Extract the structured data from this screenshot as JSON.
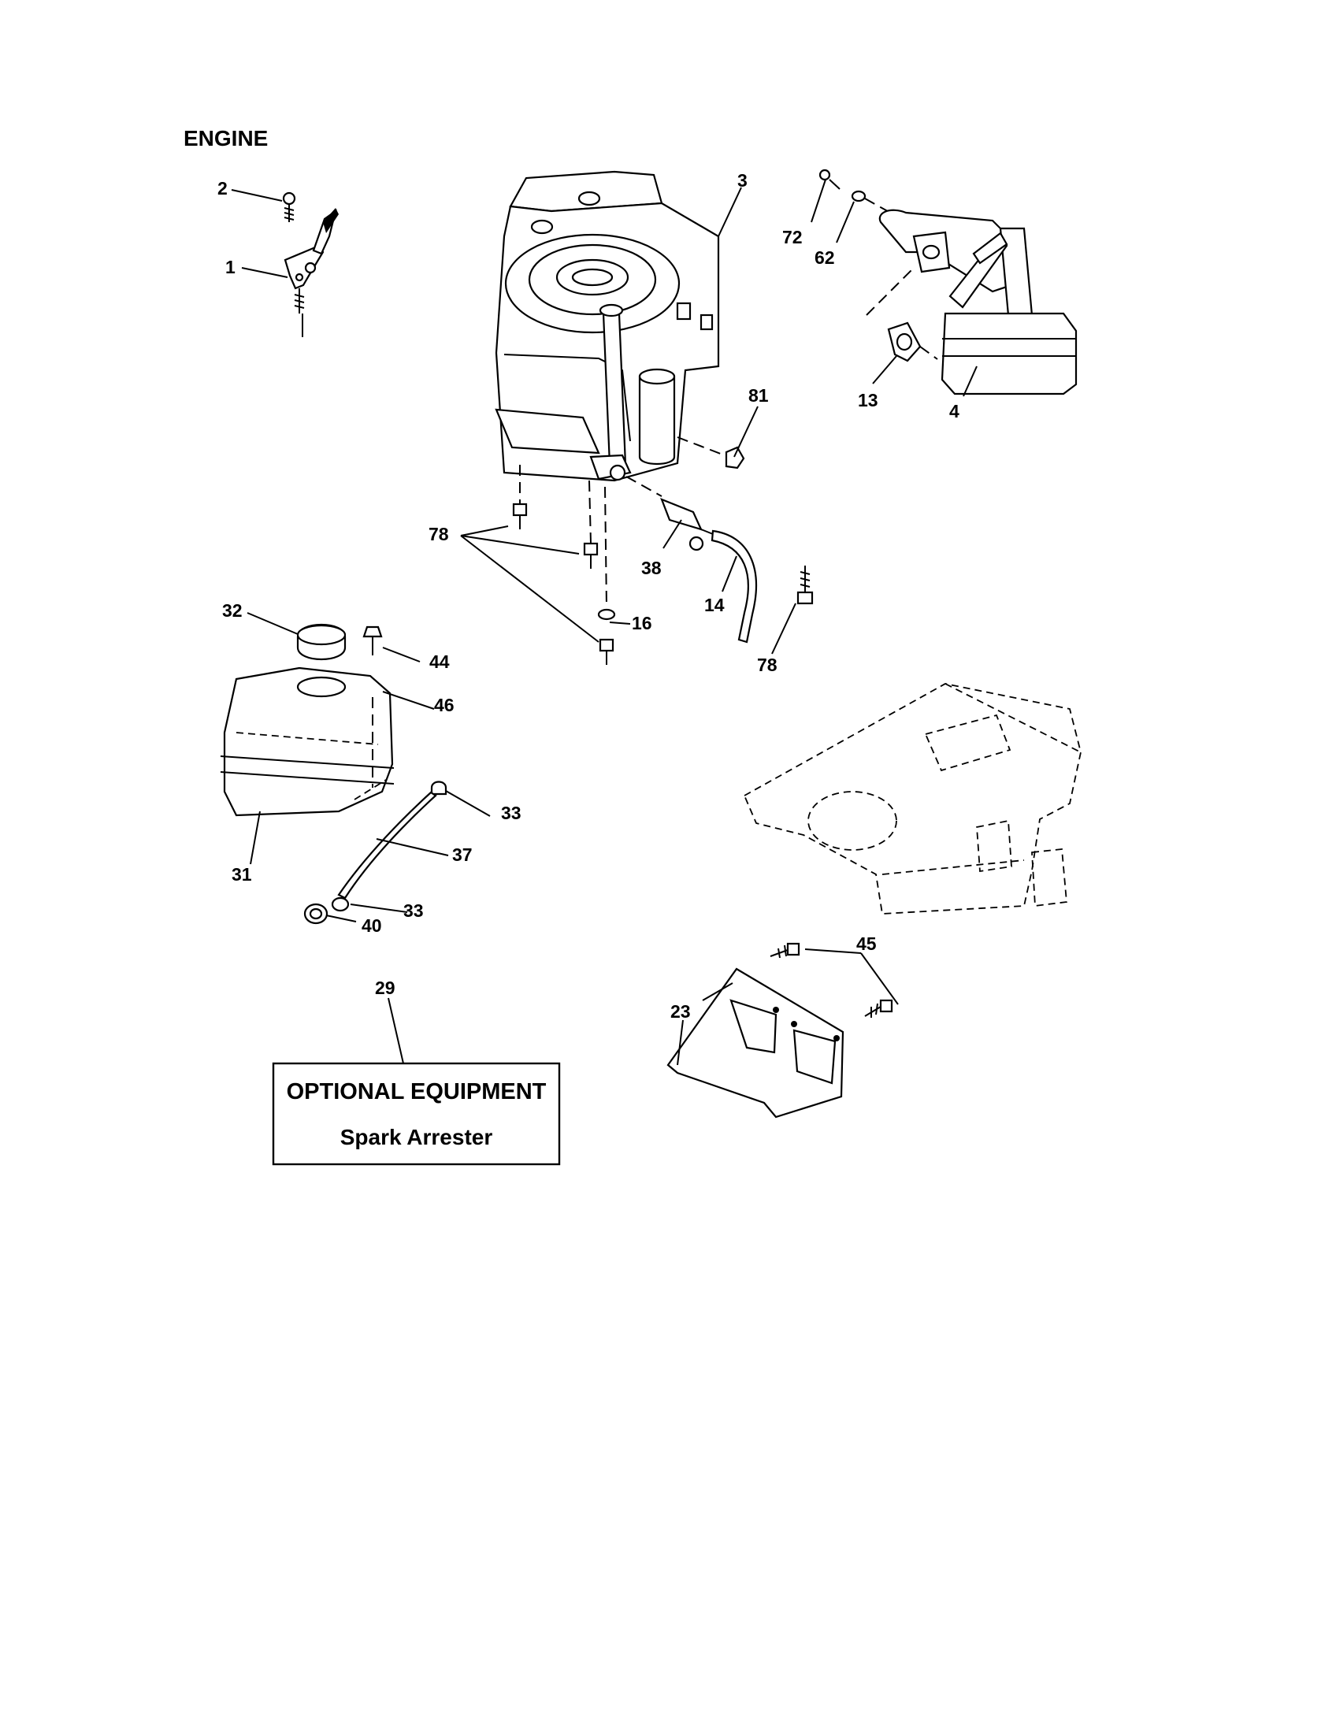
{
  "title": "ENGINE",
  "callouts": {
    "c1": "1",
    "c2": "2",
    "c3": "3",
    "c4": "4",
    "c13": "13",
    "c14": "14",
    "c16": "16",
    "c23": "23",
    "c29": "29",
    "c31": "31",
    "c32": "32",
    "c33a": "33",
    "c33b": "33",
    "c37": "37",
    "c38": "38",
    "c40": "40",
    "c44": "44",
    "c45": "45",
    "c46": "46",
    "c62": "62",
    "c72": "72",
    "c78a": "78",
    "c78b": "78",
    "c81": "81"
  },
  "optional_box": {
    "line1": "OPTIONAL EQUIPMENT",
    "line2": "Spark Arrester"
  }
}
